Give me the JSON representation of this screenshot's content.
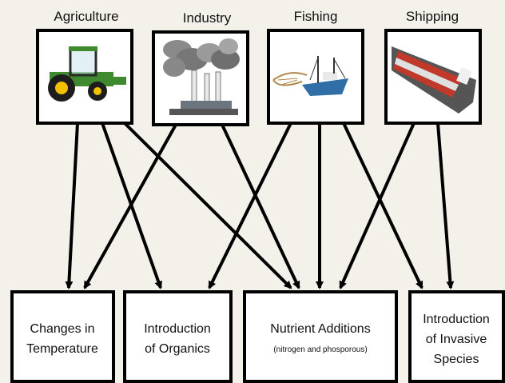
{
  "sources": [
    {
      "label": "Agriculture",
      "icon": "tractor-icon"
    },
    {
      "label": "Industry",
      "icon": "factory-smokestacks-icon"
    },
    {
      "label": "Fishing",
      "icon": "fishing-boat-icon"
    },
    {
      "label": "Shipping",
      "icon": "container-ship-icon"
    }
  ],
  "outcomes": [
    {
      "lines": [
        "Changes in",
        "Temperature"
      ]
    },
    {
      "lines": [
        "Introduction",
        "of Organics"
      ]
    },
    {
      "lines": [
        "Nutrient Additions"
      ],
      "note": "(nitrogen and phosporous)"
    },
    {
      "lines": [
        "Introduction",
        "of Invasive",
        "Species"
      ]
    }
  ],
  "links": [
    {
      "from": "Agriculture",
      "to": [
        "Changes in Temperature",
        "Introduction of Organics",
        "Nutrient Additions"
      ]
    },
    {
      "from": "Industry",
      "to": [
        "Changes in Temperature",
        "Nutrient Additions"
      ]
    },
    {
      "from": "Fishing",
      "to": [
        "Introduction of Organics",
        "Nutrient Additions",
        "Introduction of Invasive Species"
      ]
    },
    {
      "from": "Shipping",
      "to": [
        "Nutrient Additions",
        "Introduction of Invasive Species"
      ]
    }
  ],
  "colors": {
    "background": "#f4f1ea",
    "tractor_green": "#3f8a2e",
    "tractor_yellow": "#f2c200",
    "smoke_gray": "#8a8a8a",
    "boat_blue": "#2f6fa6",
    "ship_red": "#c0392b"
  }
}
